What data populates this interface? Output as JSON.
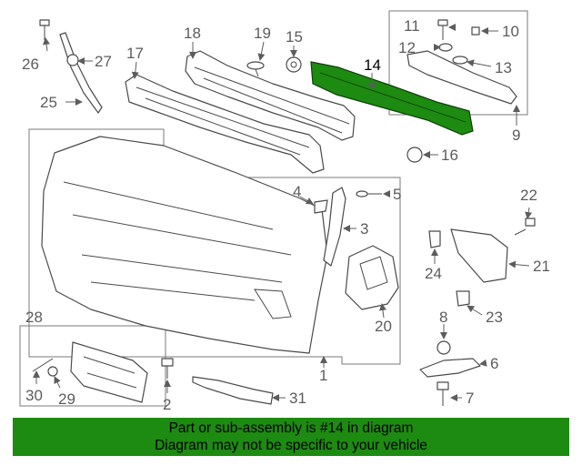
{
  "highlight_color": "#1d8a11",
  "highlight_part": "14",
  "callouts": {
    "c1": "1",
    "c2": "2",
    "c3": "3",
    "c4": "4",
    "c5": "5",
    "c6": "6",
    "c7": "7",
    "c8": "8",
    "c9": "9",
    "c10": "10",
    "c11": "11",
    "c12": "12",
    "c13": "13",
    "c14": "14",
    "c15": "15",
    "c16": "16",
    "c17": "17",
    "c18": "18",
    "c19": "19",
    "c20": "20",
    "c21": "21",
    "c22": "22",
    "c23": "23",
    "c24": "24",
    "c25": "25",
    "c26": "26",
    "c27": "27",
    "c28": "28",
    "c29": "29",
    "c30": "30",
    "c31": "31"
  },
  "banner": {
    "line1": "Part or sub-assembly is #14 in diagram",
    "line2": "Diagram may not be specific to your vehicle"
  }
}
